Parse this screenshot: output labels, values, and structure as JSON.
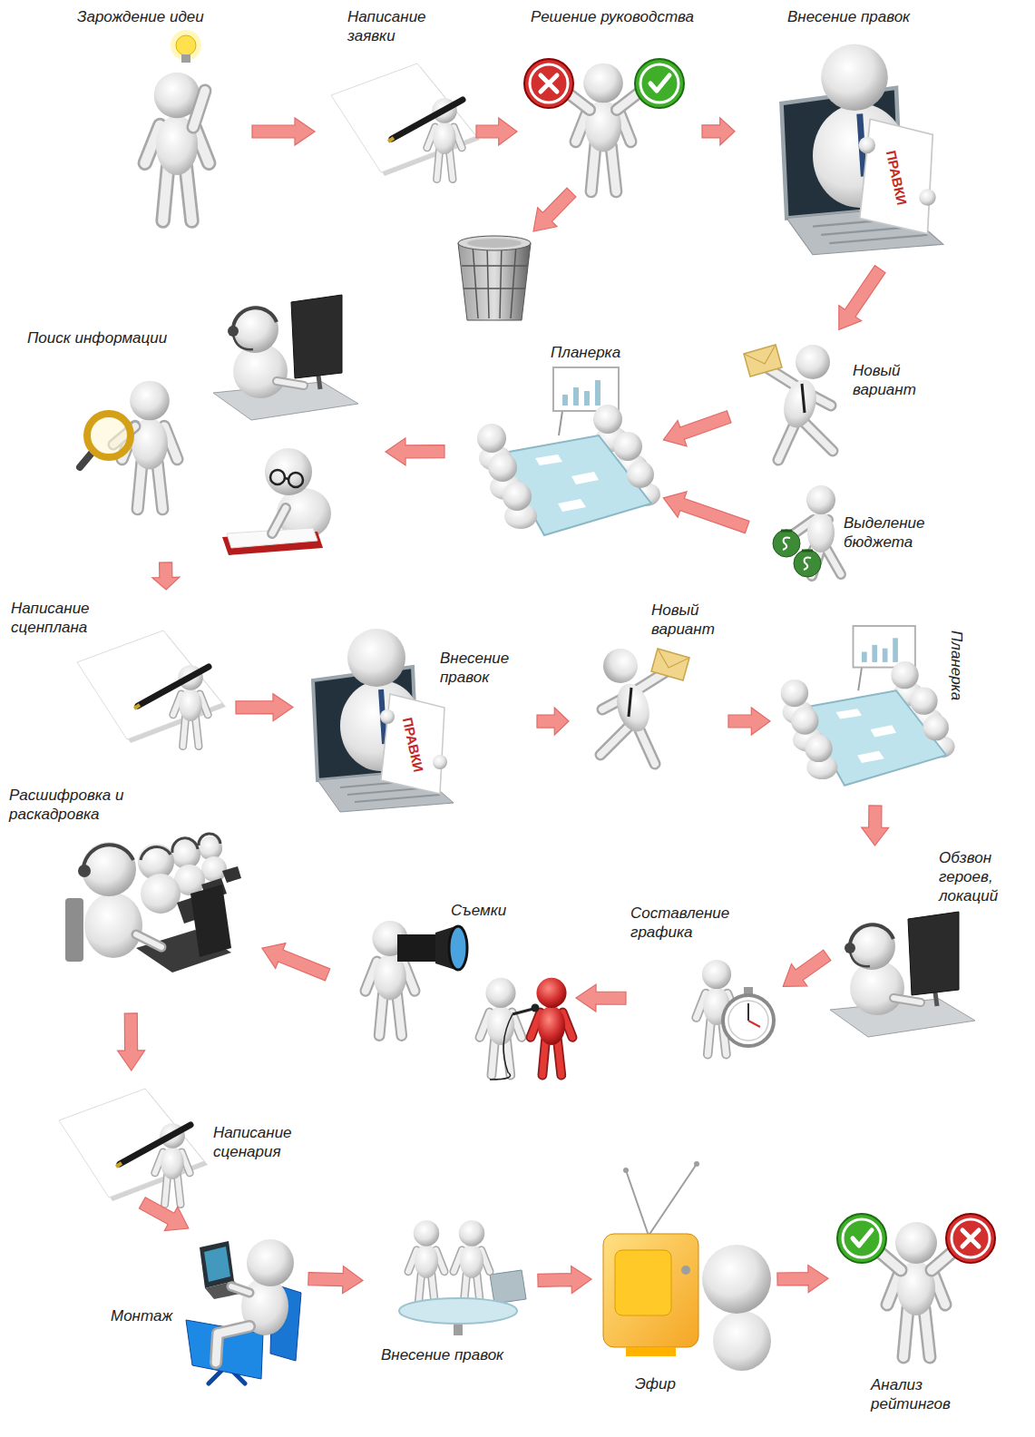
{
  "diagram": {
    "nodes": [
      {
        "text": [
          "Зарождение идеи"
        ]
      },
      {
        "text": [
          "Написание заявки"
        ]
      },
      {
        "text": [
          "Решение руководства"
        ]
      },
      {
        "text": [
          "Внесение правок"
        ]
      },
      {
        "text": [
          "Новый вариант"
        ]
      },
      {
        "text": [
          "Выделение бюджета"
        ]
      },
      {
        "text": [
          "Планерка"
        ]
      },
      {
        "text": [
          "Поиск информации"
        ]
      },
      {
        "text": [
          "Написание сценплана"
        ]
      },
      {
        "text": [
          "Внесение правок"
        ]
      },
      {
        "text": [
          "Новый вариант"
        ]
      },
      {
        "text": [
          "Планерка"
        ]
      },
      {
        "text": [
          "Обзвон героев, локаций"
        ]
      },
      {
        "text": [
          "Составление графика"
        ]
      },
      {
        "text": [
          "Съемки"
        ]
      },
      {
        "text": [
          "Расшифровка и раскадровка"
        ]
      },
      {
        "text": [
          "Написание сценария"
        ]
      },
      {
        "text": [
          "Монтаж"
        ]
      },
      {
        "text": [
          "Внесение правок"
        ]
      },
      {
        "text": [
          "Эфир"
        ]
      },
      {
        "text": [
          "Анализ рейтингов"
        ]
      }
    ],
    "edges": [
      {
        "from": 0,
        "to": 1,
        "arrow": "to"
      },
      {
        "from": 1,
        "to": 2,
        "arrow": "to"
      },
      {
        "from": 2,
        "to": 3,
        "arrow": "to"
      },
      {
        "from": 3,
        "to": 4,
        "arrow": "to"
      },
      {
        "from": 4,
        "to": 6,
        "arrow": "to"
      },
      {
        "from": 5,
        "to": 6,
        "arrow": "to"
      },
      {
        "from": 6,
        "to": 7,
        "arrow": "to"
      },
      {
        "from": 7,
        "to": 8,
        "arrow": "to"
      },
      {
        "from": 8,
        "to": 9,
        "arrow": "to"
      },
      {
        "from": 9,
        "to": 10,
        "arrow": "to"
      },
      {
        "from": 10,
        "to": 11,
        "arrow": "to"
      },
      {
        "from": 11,
        "to": 12,
        "arrow": "to"
      },
      {
        "from": 12,
        "to": 13,
        "arrow": "to"
      },
      {
        "from": 13,
        "to": 14,
        "arrow": "to"
      },
      {
        "from": 14,
        "to": 15,
        "arrow": "to"
      },
      {
        "from": 15,
        "to": 16,
        "arrow": "to"
      },
      {
        "from": 16,
        "to": 17,
        "arrow": "to"
      },
      {
        "from": 17,
        "to": 18,
        "arrow": "to"
      },
      {
        "from": 18,
        "to": 19,
        "arrow": "to"
      },
      {
        "from": 19,
        "to": 20,
        "arrow": "to"
      }
    ],
    "labels": [
      "ПРАВКИ",
      "ПРАВКИ"
    ]
  }
}
